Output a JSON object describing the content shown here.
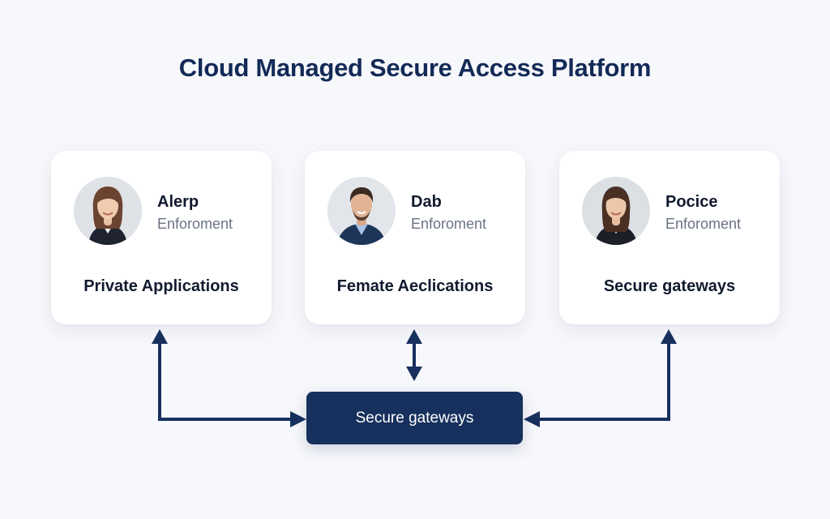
{
  "title": "Cloud Managed Secure Access Platform",
  "cards": [
    {
      "name": "Alerp",
      "role": "Enforoment",
      "label": "Private Applications",
      "avatar_icon": "woman-avatar-icon"
    },
    {
      "name": "Dab",
      "role": "Enforoment",
      "label": "Femate Aeclications",
      "avatar_icon": "man-avatar-icon"
    },
    {
      "name": "Pocice",
      "role": "Enforoment",
      "label": "Secure gateways",
      "avatar_icon": "woman-avatar-icon"
    }
  ],
  "gateway": {
    "label": "Secure gateways"
  },
  "colors": {
    "accent": "#17305d",
    "title": "#132a57",
    "background": "#f7f8fb"
  }
}
